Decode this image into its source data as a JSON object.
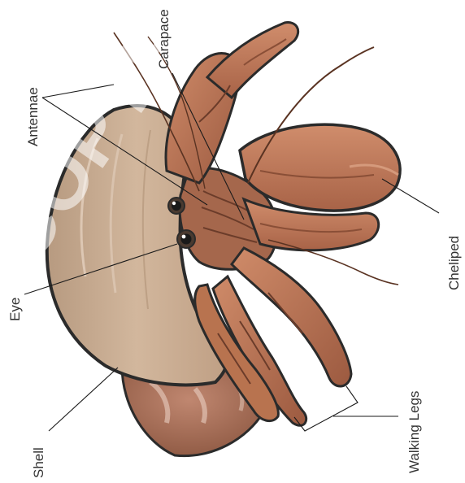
{
  "diagram": {
    "labels": {
      "antennae": "Antennae",
      "carapace": "Carapace",
      "cheliped": "Cheliped",
      "eye": "Eye",
      "walking_legs": "Walking Legs",
      "shell": "Shell"
    },
    "watermark": "COPYRIGHT",
    "colors": {
      "shell_outer": "#c8ac92",
      "shell_inner": "#b9906f",
      "shell_spire": "#a06a52",
      "crab_body": "#c07b5c",
      "crab_dark": "#6b3c2a",
      "outline": "#2b2b2b",
      "label_text": "#333333",
      "leader_line": "#1a1a1a"
    }
  }
}
